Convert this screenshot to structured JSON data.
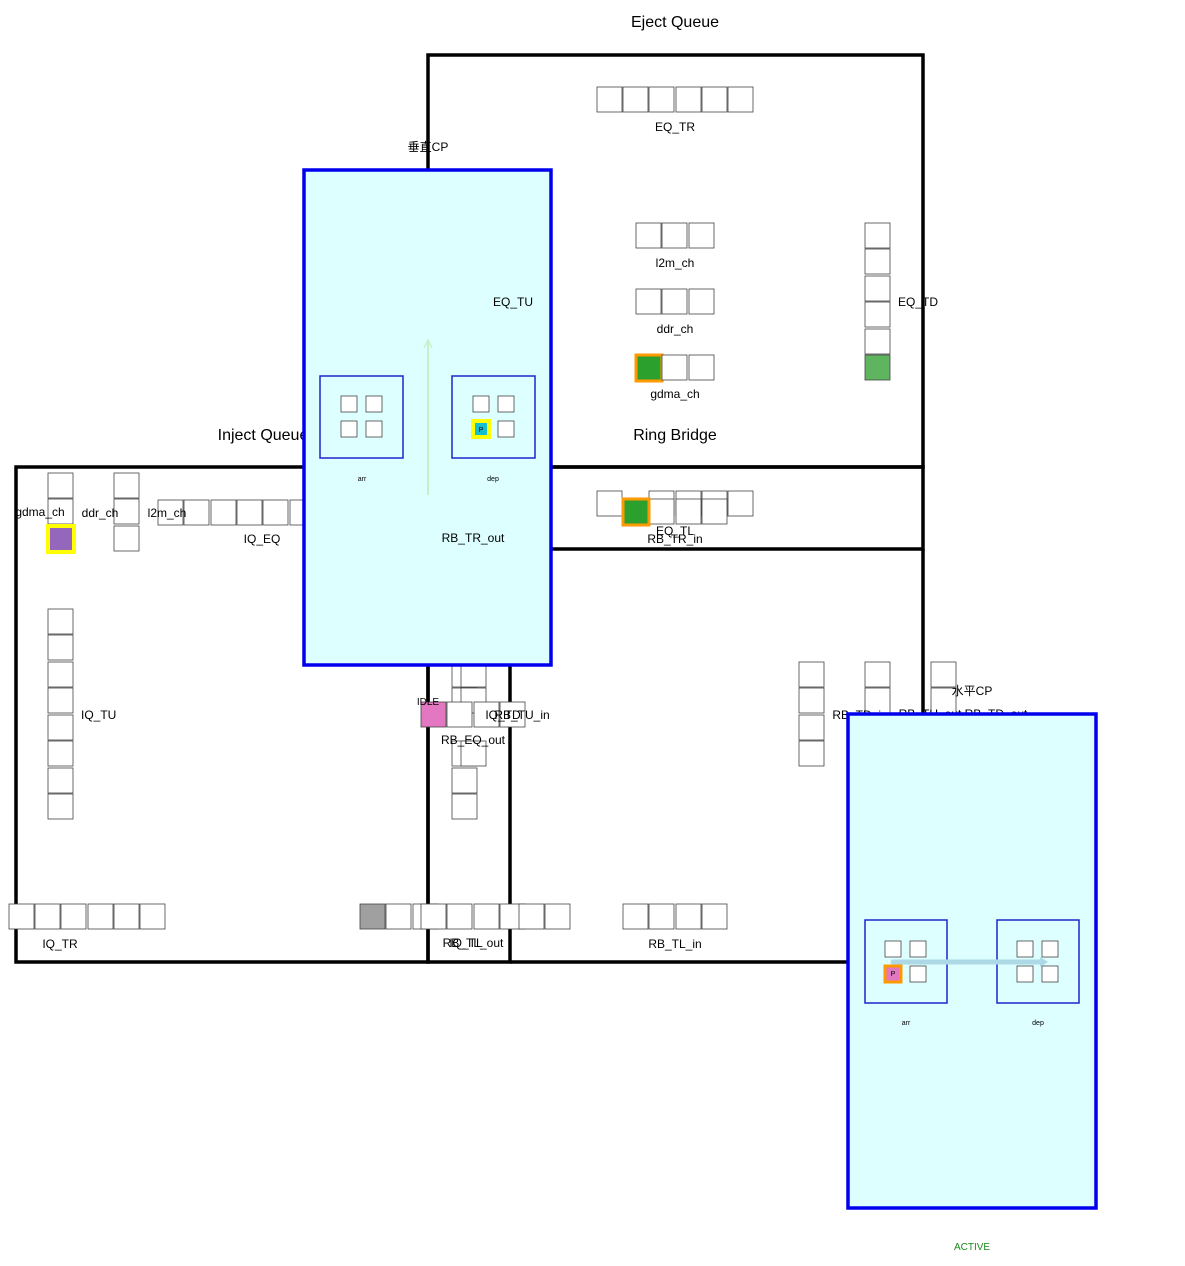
{
  "sections": {
    "eject_queue": "Eject Queue",
    "inject_queue": "Inject Queue",
    "ring_bridge": "Ring Bridge"
  },
  "labels": {
    "eq_tr": "EQ_TR",
    "l2m_ch_eq": "l2m_ch",
    "ddr_ch_eq": "ddr_ch",
    "gdma_ch_eq": "gdma_ch",
    "eq_tu": "EQ_TU",
    "eq_td": "EQ_TD",
    "eq_tl": "EQ_TL",
    "rb_tr_out": "RB_TR_out",
    "rb_tr_in": "RB_TR_in",
    "gdma_ch_iq": "gdma_ch",
    "ddr_ch_iq": "ddr_ch",
    "l2m_ch_iq": "l2m_ch",
    "iq_eq": "IQ_EQ",
    "iq_tu": "IQ_TU",
    "iq_tr": "IQ_TR",
    "idle": "IDLE",
    "rb_eq_out": "RB_EQ_out",
    "iq_td": "IQ_TD",
    "rb_tu_in": "RB_TU_in",
    "rb_td_in": "RB_TD_in",
    "rb_tu_out": "RB_TU_out",
    "rb_td_out": "RB_TD_out",
    "rb_tl_out": "RB_TL_out",
    "iq_tl": "IQ_TL",
    "rb_tl_in": "RB_TL_in",
    "vertical_cp": "垂直CP",
    "horizontal_cp": "水平CP",
    "arr": "arr",
    "dep": "dep",
    "flit_p": "P",
    "status": "ACTIVE"
  },
  "colors": {
    "frame": "#000000",
    "cp_border": "#0000ee",
    "cp_fill": "#ddffff",
    "slot_border": "#444444",
    "flit_green": "#2ca02c",
    "flit_light_green": "#5fb55f",
    "flit_purple": "#9467bd",
    "flit_pink": "#e377c2",
    "flit_gray": "#a0a0a0",
    "flit_cyan": "#17becf",
    "highlight_yellow": "#ffff00",
    "highlight_orange": "#ff9900",
    "v_arrow": "#c8f0c8",
    "h_arrow": "#add8e6",
    "status_text": "#1a8a1a"
  }
}
